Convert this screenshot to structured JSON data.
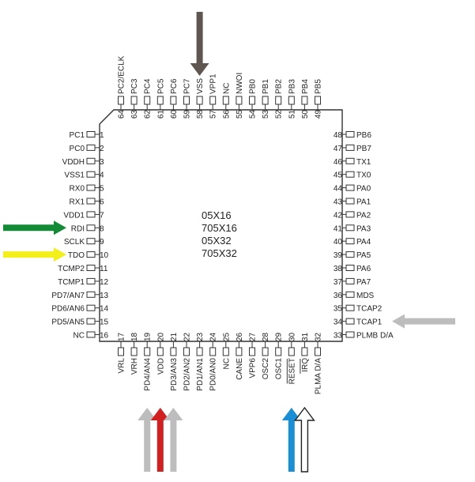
{
  "chip": {
    "labels": [
      "05X16",
      "705X16",
      "05X32",
      "705X32"
    ],
    "outline_color": "#333333"
  },
  "pins": {
    "left": [
      {
        "num": "1",
        "name": "PC1"
      },
      {
        "num": "2",
        "name": "PC0"
      },
      {
        "num": "3",
        "name": "VDDH"
      },
      {
        "num": "4",
        "name": "VSS1"
      },
      {
        "num": "5",
        "name": "RX0"
      },
      {
        "num": "6",
        "name": "RX1"
      },
      {
        "num": "7",
        "name": "VDD1"
      },
      {
        "num": "8",
        "name": "RDI"
      },
      {
        "num": "9",
        "name": "SCLK"
      },
      {
        "num": "10",
        "name": "TDO"
      },
      {
        "num": "11",
        "name": "TCMP2"
      },
      {
        "num": "12",
        "name": "TCMP1"
      },
      {
        "num": "13",
        "name": "PD7/AN7"
      },
      {
        "num": "14",
        "name": "PD6/AN6"
      },
      {
        "num": "15",
        "name": "PD5/AN5"
      },
      {
        "num": "16",
        "name": "NC"
      }
    ],
    "bottom": [
      {
        "num": "17",
        "name": "VRL"
      },
      {
        "num": "18",
        "name": "VRH"
      },
      {
        "num": "19",
        "name": "PD4/AN4"
      },
      {
        "num": "20",
        "name": "VDD"
      },
      {
        "num": "21",
        "name": "PD3/AN3"
      },
      {
        "num": "22",
        "name": "PD2/AN2"
      },
      {
        "num": "23",
        "name": "PD1/AN1"
      },
      {
        "num": "24",
        "name": "PD0/AN0"
      },
      {
        "num": "25",
        "name": "NC"
      },
      {
        "num": "26",
        "name": "CANE"
      },
      {
        "num": "27",
        "name": "VPP6"
      },
      {
        "num": "28",
        "name": "OSC2"
      },
      {
        "num": "29",
        "name": "OSC1"
      },
      {
        "num": "30",
        "name": "RESET"
      },
      {
        "num": "31",
        "name": "IRQ"
      },
      {
        "num": "32",
        "name": "PLMA D/A"
      }
    ],
    "right": [
      {
        "num": "48",
        "name": "PB6"
      },
      {
        "num": "47",
        "name": "PB7"
      },
      {
        "num": "46",
        "name": "TX1"
      },
      {
        "num": "45",
        "name": "TX0"
      },
      {
        "num": "44",
        "name": "PA0"
      },
      {
        "num": "43",
        "name": "PA1"
      },
      {
        "num": "42",
        "name": "PA2"
      },
      {
        "num": "41",
        "name": "PA3"
      },
      {
        "num": "40",
        "name": "PA4"
      },
      {
        "num": "39",
        "name": "PA5"
      },
      {
        "num": "38",
        "name": "PA6"
      },
      {
        "num": "37",
        "name": "PA7"
      },
      {
        "num": "36",
        "name": "MDS"
      },
      {
        "num": "35",
        "name": "TCAP2"
      },
      {
        "num": "34",
        "name": "TCAP1"
      },
      {
        "num": "33",
        "name": "PLMB D/A"
      }
    ],
    "top": [
      {
        "num": "64",
        "name": "PC2/ECLK"
      },
      {
        "num": "63",
        "name": "PC3"
      },
      {
        "num": "62",
        "name": "PC4"
      },
      {
        "num": "61",
        "name": "PC5"
      },
      {
        "num": "60",
        "name": "PC6"
      },
      {
        "num": "59",
        "name": "PC7"
      },
      {
        "num": "58",
        "name": "VSS"
      },
      {
        "num": "57",
        "name": "VPP1"
      },
      {
        "num": "56",
        "name": "NC"
      },
      {
        "num": "55",
        "name": "NWOI"
      },
      {
        "num": "54",
        "name": "PB0"
      },
      {
        "num": "53",
        "name": "PB1"
      },
      {
        "num": "52",
        "name": "PB2"
      },
      {
        "num": "51",
        "name": "PB3"
      },
      {
        "num": "50",
        "name": "PB4"
      },
      {
        "num": "49",
        "name": "PB5"
      }
    ]
  },
  "arrows": [
    {
      "pin": "58",
      "side": "top",
      "color": "#5f5651",
      "style": "solid"
    },
    {
      "pin": "8",
      "side": "left",
      "color": "#138a36",
      "style": "solid"
    },
    {
      "pin": "10",
      "side": "left",
      "color": "#f2ef1a",
      "style": "solid"
    },
    {
      "pin": "34",
      "side": "right",
      "color": "#bdbdbd",
      "style": "solid"
    },
    {
      "pin": "19",
      "side": "bottom",
      "color": "#bdbdbd",
      "style": "solid"
    },
    {
      "pin": "20",
      "side": "bottom",
      "color": "#d21f1f",
      "style": "solid"
    },
    {
      "pin": "21",
      "side": "bottom",
      "color": "#bdbdbd",
      "style": "solid"
    },
    {
      "pin": "30",
      "side": "bottom",
      "color": "#1a8fd6",
      "style": "solid"
    },
    {
      "pin": "31",
      "side": "bottom",
      "color": "#222222",
      "style": "outline"
    }
  ]
}
